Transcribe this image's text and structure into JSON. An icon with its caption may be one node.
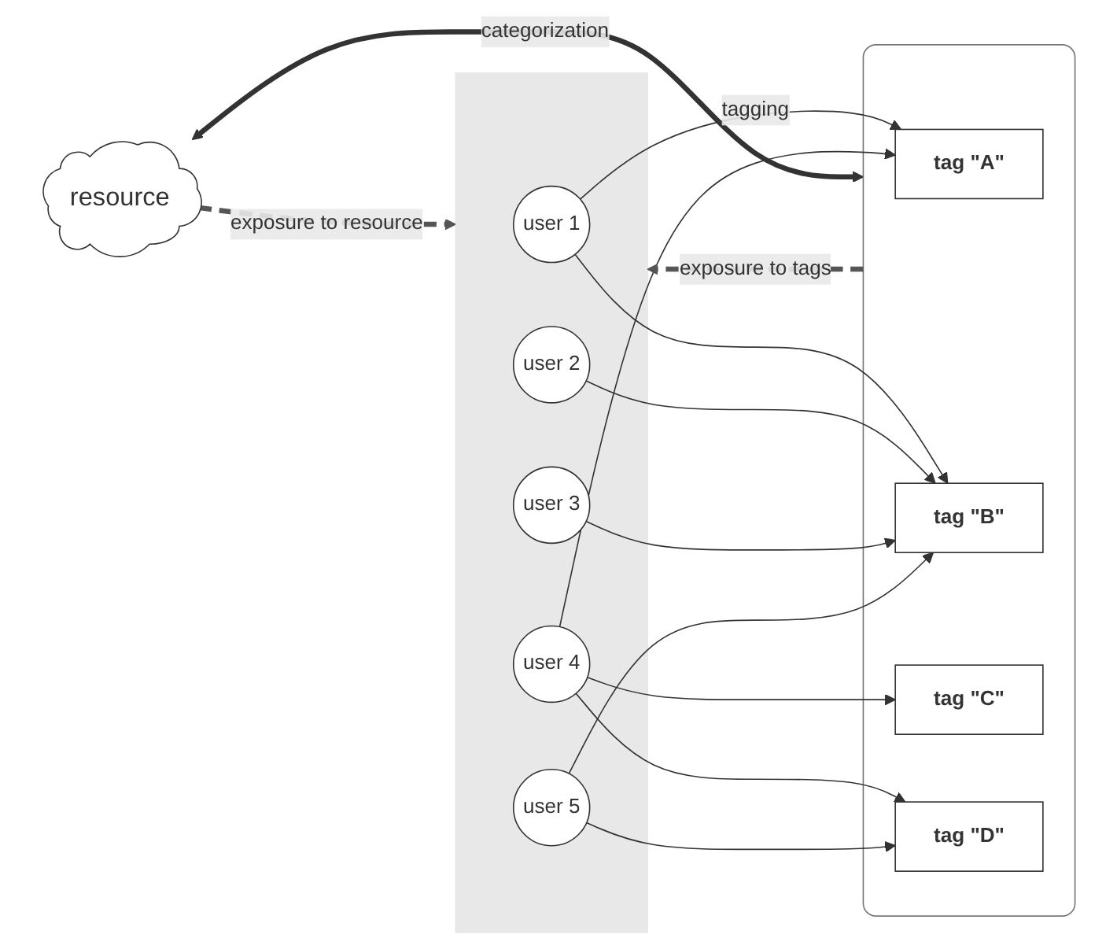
{
  "diagram": {
    "nodes": [
      {
        "text": [
          "resource"
        ]
      },
      {
        "text": [],
        "shape": "box"
      },
      {
        "text": [
          "user 1"
        ],
        "in": 1
      },
      {
        "text": [
          "user 2"
        ],
        "in": 1
      },
      {
        "text": [
          "user 3"
        ],
        "in": 1
      },
      {
        "text": [
          "user 4"
        ],
        "in": 1
      },
      {
        "text": [
          "user 5"
        ],
        "in": 1
      },
      {
        "text": [],
        "shape": "box"
      },
      {
        "text": [
          "tag \"A\""
        ],
        "in": 7
      },
      {
        "text": [
          "tag \"B\""
        ],
        "in": 7
      },
      {
        "text": [
          "tag \"C\""
        ],
        "in": 7
      },
      {
        "text": [
          "tag \"D\""
        ],
        "in": 7
      }
    ],
    "edges": [
      {
        "from": 0,
        "to": 1,
        "arrow": "to",
        "label": "exposure to resource",
        "style": "dashed",
        "color": "#555555"
      },
      {
        "from": 0,
        "to": 7,
        "arrow": "both",
        "label": "categorization",
        "style": "thick"
      },
      {
        "from": 2,
        "to": 8,
        "arrow": "to",
        "label": "tagging"
      },
      {
        "from": 2,
        "to": 9,
        "arrow": "to"
      },
      {
        "from": 3,
        "to": 9,
        "arrow": "to"
      },
      {
        "from": 4,
        "to": 9,
        "arrow": "to"
      },
      {
        "from": 5,
        "to": 8,
        "arrow": "to"
      },
      {
        "from": 5,
        "to": 10,
        "arrow": "to"
      },
      {
        "from": 5,
        "to": 11,
        "arrow": "to"
      },
      {
        "from": 6,
        "to": 9,
        "arrow": "to"
      },
      {
        "from": 6,
        "to": 11,
        "arrow": "to"
      },
      {
        "from": 7,
        "to": 1,
        "arrow": "to",
        "label": "exposure to tags",
        "style": "dashed",
        "color": "#555555"
      }
    ]
  }
}
